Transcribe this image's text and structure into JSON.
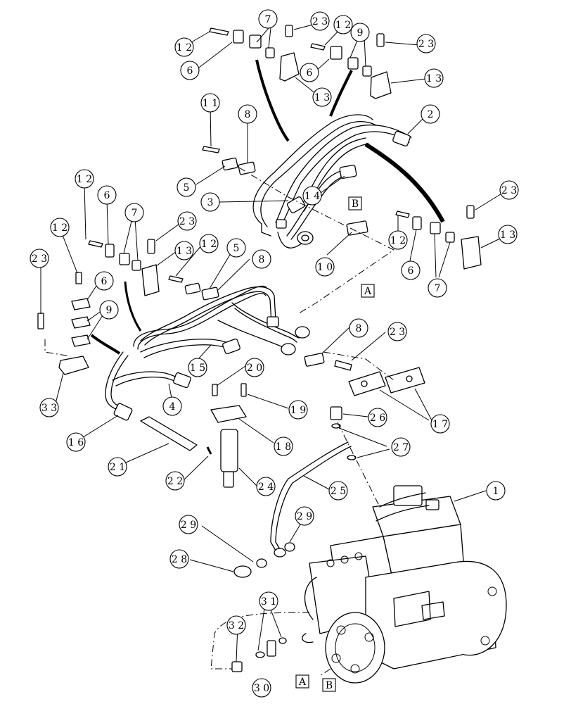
{
  "callouts": [
    {
      "id": "c12a",
      "label": "1 2"
    },
    {
      "id": "c6a",
      "label": "6"
    },
    {
      "id": "c7a",
      "label": "7"
    },
    {
      "id": "c23a",
      "label": "2 3"
    },
    {
      "id": "c12b",
      "label": "1 2"
    },
    {
      "id": "c6b",
      "label": "6"
    },
    {
      "id": "c9a",
      "label": "9"
    },
    {
      "id": "c23b",
      "label": "2 3"
    },
    {
      "id": "c13a",
      "label": "1 3"
    },
    {
      "id": "c13b",
      "label": "1 3"
    },
    {
      "id": "c11",
      "label": "1 1"
    },
    {
      "id": "c8a",
      "label": "8"
    },
    {
      "id": "c2",
      "label": "2"
    },
    {
      "id": "c5a",
      "label": "5"
    },
    {
      "id": "c14",
      "label": "1 4"
    },
    {
      "id": "c3",
      "label": "3"
    },
    {
      "id": "c23c",
      "label": "2 3"
    },
    {
      "id": "c13c",
      "label": "1 3"
    },
    {
      "id": "c12c",
      "label": "1 2"
    },
    {
      "id": "c6c",
      "label": "6"
    },
    {
      "id": "c7b",
      "label": "7"
    },
    {
      "id": "c10",
      "label": "1 0"
    },
    {
      "id": "c12d",
      "label": "1 2"
    },
    {
      "id": "c6d",
      "label": "6"
    },
    {
      "id": "c7c",
      "label": "7"
    },
    {
      "id": "c23d",
      "label": "2 3"
    },
    {
      "id": "c13d",
      "label": "1 3"
    },
    {
      "id": "c12e",
      "label": "1 2"
    },
    {
      "id": "c5b",
      "label": "5"
    },
    {
      "id": "c8b",
      "label": "8"
    },
    {
      "id": "c12f",
      "label": "1 2"
    },
    {
      "id": "c23e",
      "label": "2 3"
    },
    {
      "id": "c6e",
      "label": "6"
    },
    {
      "id": "c9b",
      "label": "9"
    },
    {
      "id": "c33",
      "label": "3 3"
    },
    {
      "id": "c15",
      "label": "1 5"
    },
    {
      "id": "c4",
      "label": "4"
    },
    {
      "id": "c16",
      "label": "1 6"
    },
    {
      "id": "c20",
      "label": "2 0"
    },
    {
      "id": "c19",
      "label": "1 9"
    },
    {
      "id": "c8c",
      "label": "8"
    },
    {
      "id": "c23f",
      "label": "2 3"
    },
    {
      "id": "c17",
      "label": "1 7"
    },
    {
      "id": "c18",
      "label": "1 8"
    },
    {
      "id": "c26",
      "label": "2 6"
    },
    {
      "id": "c27",
      "label": "2 7"
    },
    {
      "id": "c21",
      "label": "2 1"
    },
    {
      "id": "c22",
      "label": "2 2"
    },
    {
      "id": "c24",
      "label": "2 4"
    },
    {
      "id": "c25",
      "label": "2 5"
    },
    {
      "id": "c1",
      "label": "1"
    },
    {
      "id": "c29a",
      "label": "2 9"
    },
    {
      "id": "c29b",
      "label": "2 9"
    },
    {
      "id": "c28",
      "label": "2 8"
    },
    {
      "id": "c31",
      "label": "3 1"
    },
    {
      "id": "c32",
      "label": "3 2"
    },
    {
      "id": "c30",
      "label": "3 0"
    }
  ],
  "reference_boxes": [
    {
      "id": "refB1",
      "label": "B"
    },
    {
      "id": "refA1",
      "label": "A"
    },
    {
      "id": "refA2",
      "label": "A"
    },
    {
      "id": "refB2",
      "label": "B"
    }
  ]
}
